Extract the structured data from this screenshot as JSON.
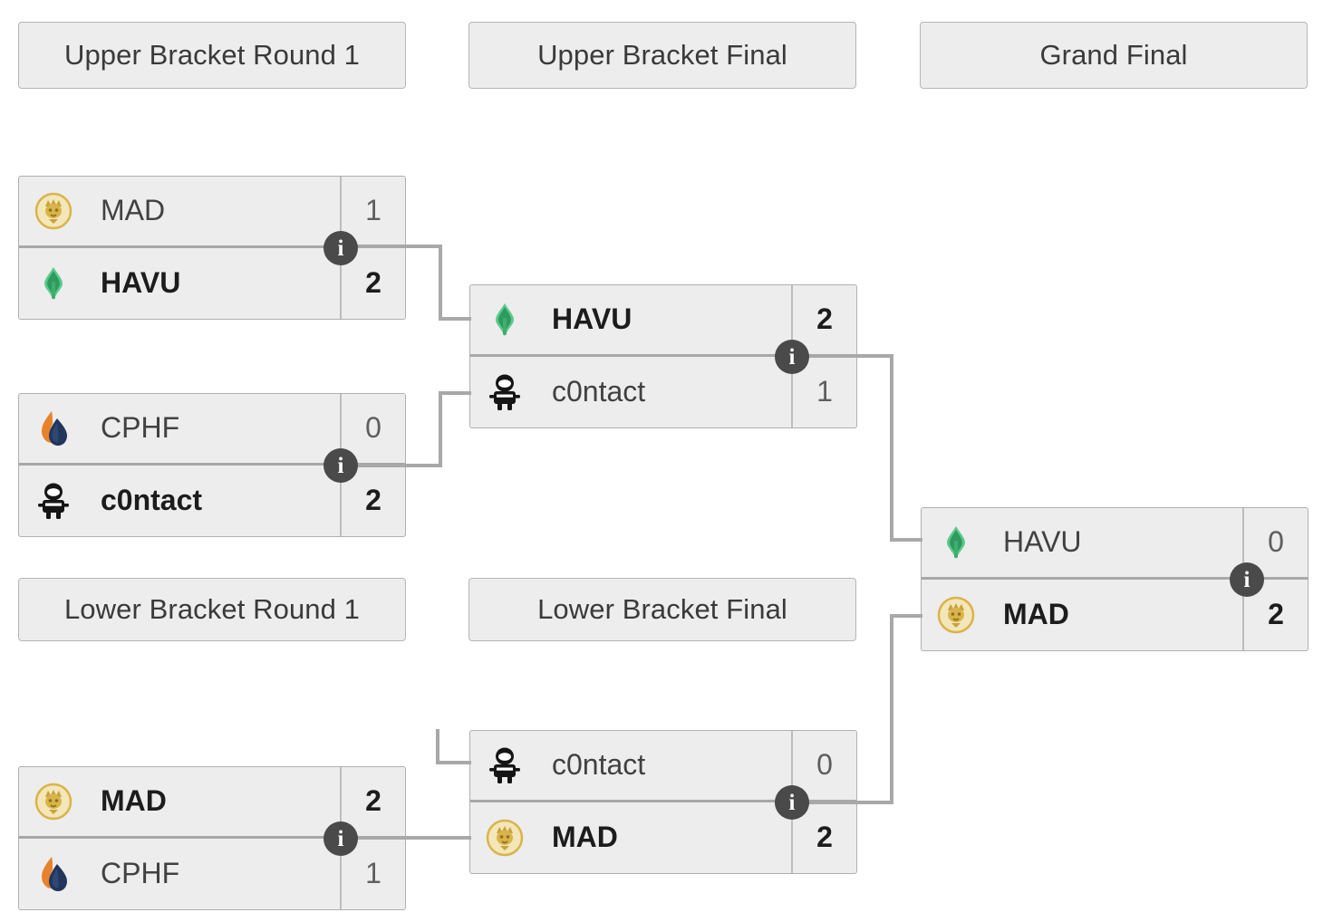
{
  "headers": [
    {
      "id": "upper-bracket-round-1",
      "label": "Upper Bracket Round 1"
    },
    {
      "id": "upper-bracket-final",
      "label": "Upper Bracket Final"
    },
    {
      "id": "grand-final",
      "label": "Grand Final"
    },
    {
      "id": "lower-bracket-round-1",
      "label": "Lower Bracket Round 1"
    },
    {
      "id": "lower-bracket-final",
      "label": "Lower Bracket Final"
    }
  ],
  "info_badge_label": "i",
  "matches": {
    "ubr1_m1": {
      "round": "Upper Bracket Round 1",
      "top": {
        "team": "MAD",
        "logo": "mad-lion-crest-logo",
        "score": "1",
        "winner": false
      },
      "bottom": {
        "team": "HAVU",
        "logo": "havu-green-spear-logo",
        "score": "2",
        "winner": true
      }
    },
    "ubr1_m2": {
      "round": "Upper Bracket Round 1",
      "top": {
        "team": "CPHF",
        "logo": "cphf-flame-droplet-logo",
        "score": "0",
        "winner": false
      },
      "bottom": {
        "team": "c0ntact",
        "logo": "c0ntact-ninja-logo",
        "score": "2",
        "winner": true
      }
    },
    "ubf": {
      "round": "Upper Bracket Final",
      "top": {
        "team": "HAVU",
        "logo": "havu-green-spear-logo",
        "score": "2",
        "winner": true
      },
      "bottom": {
        "team": "c0ntact",
        "logo": "c0ntact-ninja-logo",
        "score": "1",
        "winner": false
      }
    },
    "lbr1_m1": {
      "round": "Lower Bracket Round 1",
      "top": {
        "team": "MAD",
        "logo": "mad-lion-crest-logo",
        "score": "2",
        "winner": true
      },
      "bottom": {
        "team": "CPHF",
        "logo": "cphf-flame-droplet-logo",
        "score": "1",
        "winner": false
      }
    },
    "lbf": {
      "round": "Lower Bracket Final",
      "top": {
        "team": "c0ntact",
        "logo": "c0ntact-ninja-logo",
        "score": "0",
        "winner": false
      },
      "bottom": {
        "team": "MAD",
        "logo": "mad-lion-crest-logo",
        "score": "2",
        "winner": true
      }
    },
    "gf": {
      "round": "Grand Final",
      "top": {
        "team": "HAVU",
        "logo": "havu-green-spear-logo",
        "score": "0",
        "winner": false
      },
      "bottom": {
        "team": "MAD",
        "logo": "mad-lion-crest-logo",
        "score": "2",
        "winner": true
      }
    }
  },
  "colors": {
    "box_fill": "#ededed",
    "box_border": "#b0b0b0",
    "connector": "#a8a8a8",
    "info_badge": "#4a4a4a",
    "text": "#414141",
    "winner_text": "#1c1c1c",
    "mad_gold": "#d9b44a",
    "havu_green": "#44b877",
    "cphf_orange": "#e8822a",
    "cphf_navy": "#22365c",
    "c0ntact_black": "#151515"
  }
}
